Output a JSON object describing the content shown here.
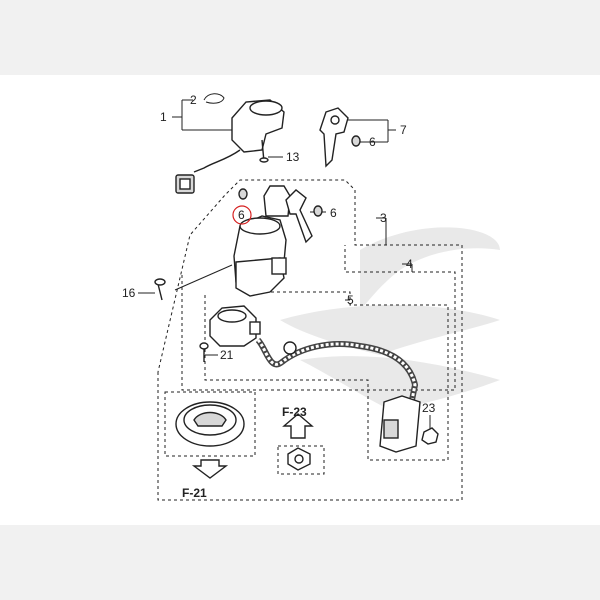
{
  "diagram": {
    "callouts": {
      "c1": "1",
      "c2": "2",
      "c3": "3",
      "c4": "4",
      "c5": "5",
      "c6a": "6",
      "c6b": "6",
      "c6c": "6",
      "c7": "7",
      "c13": "13",
      "c16": "16",
      "c21": "21",
      "c23": "23"
    },
    "references": {
      "f21": "F-21",
      "f23": "F-23"
    },
    "highlight_color": "#d62020"
  }
}
